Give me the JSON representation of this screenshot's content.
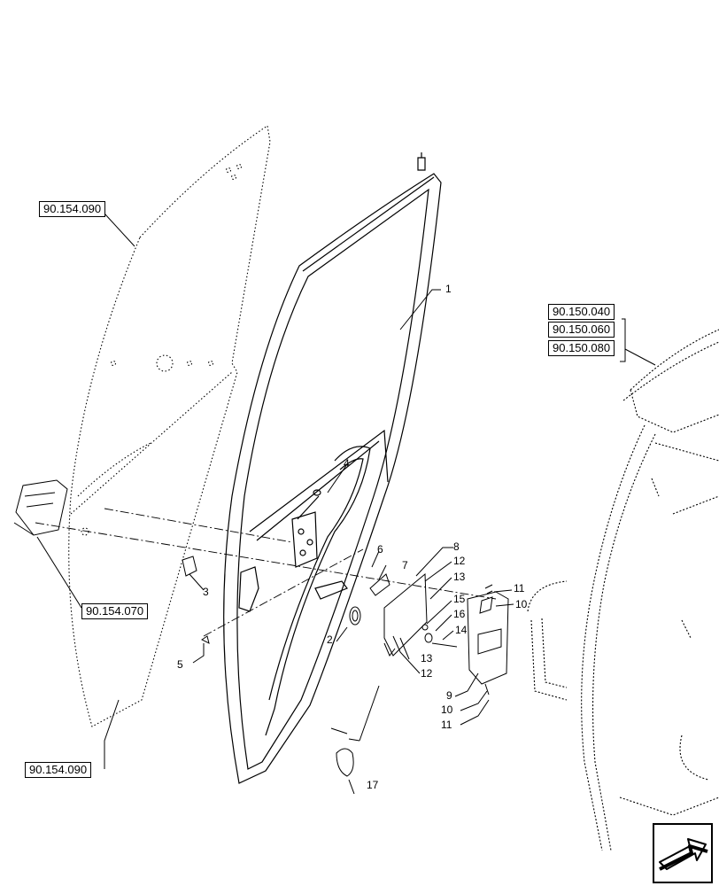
{
  "references": {
    "glass_top": "90.154.090",
    "glass_bottom": "90.154.090",
    "handle": "90.154.070",
    "cab_1": "90.150.040",
    "cab_2": "90.150.060",
    "cab_3": "90.150.080"
  },
  "callouts": {
    "c1": "1",
    "c2": "2",
    "c3": "3",
    "c4": "4",
    "c5": "5",
    "c6": "6",
    "c7": "7",
    "c8": "8",
    "c9": "9",
    "c10a": "10",
    "c10b": "10",
    "c11a": "11",
    "c11b": "11",
    "c12a": "12",
    "c12b": "12",
    "c13a": "13",
    "c13b": "13",
    "c14": "14",
    "c15": "15",
    "c16": "16",
    "c17": "17"
  },
  "icons": {
    "nav": "next-page-arrow-icon"
  }
}
